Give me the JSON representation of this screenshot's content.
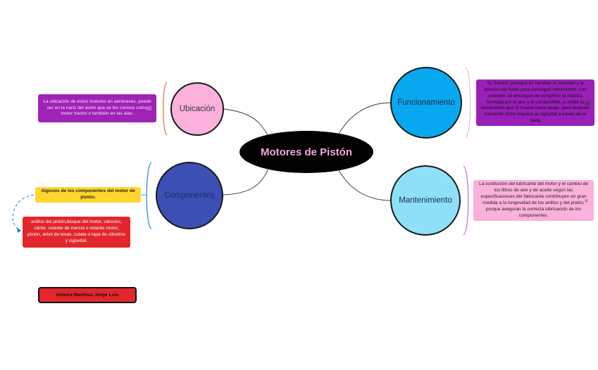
{
  "center": {
    "label": "Motores de Pistón"
  },
  "branches": {
    "ubicacion": {
      "label": "Ubicación",
      "note": "La ubicación de estos motores en aeronaves, puede ser en la nariz del avión que se les conoce como motor tractor o también en las alas."
    },
    "componentes": {
      "label": "Componentes",
      "note_title": "Algunos de los componentes del motor de pistón.",
      "note_detail": "anillos del pistón,bloque del motor, válvulas, cárter, volante de inercia o volante motor, pistón, árbol de levas, culata o tapa de cilindros y cigüeñal."
    },
    "funcionamiento": {
      "label": "Funcionamiento",
      "note": "Su función principal es cambiar el volumen y la presión del fluido para conseguir movimiento. Los pistones se encargan de comprimir la mezcla formada por el aire y el combustible, y recibir la combustión que lo mueve hacia abajo, para después transmitir dicho impulso al cigüeñal a través de la biela"
    },
    "mantenimiento": {
      "label": "Mantenimiento",
      "note": "La sustitución del lubricante del motor y el cambio de los filtros de aire y de aceite según las especificaciones del fabricante contribuyen en gran medida a la longevidad de los anillos y del pistón, porque aseguran la correcta lubricación de los componentes."
    }
  },
  "author": {
    "label": "Almora Martinez Jorge Luis"
  },
  "colors": {
    "center": "#000000",
    "center_text": "#f4a6d6",
    "ubicacion": "#fcb0dc",
    "componentes": "#3c4fb5",
    "funcionamiento": "#08a8f0",
    "mantenimiento": "#8ee0f8",
    "note_purple": "#a022b6",
    "note_yellow": "#ffd62e",
    "note_red": "#e2262b",
    "note_pink": "#fcb0dc"
  },
  "icons": {
    "note": "notes-icon"
  }
}
